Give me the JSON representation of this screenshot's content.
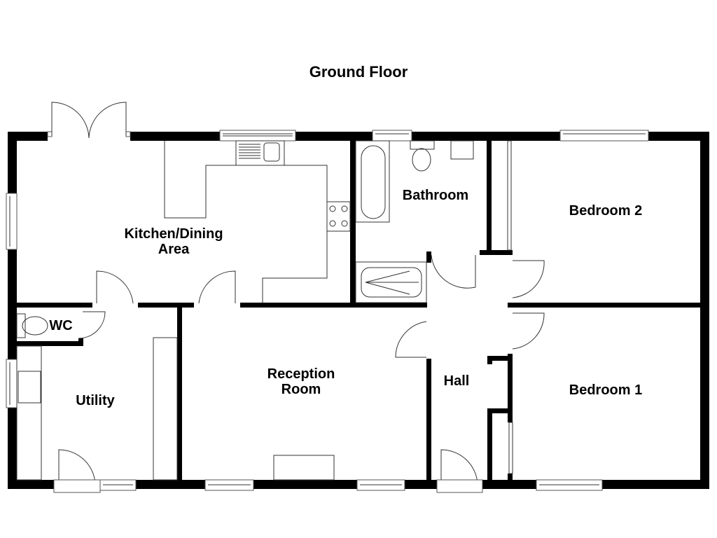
{
  "plan": {
    "title": "Ground Floor",
    "rooms": [
      {
        "id": "kitchen",
        "line1": "Kitchen/Dining",
        "line2": "Area"
      },
      {
        "id": "bathroom",
        "line1": "Bathroom"
      },
      {
        "id": "bedroom2",
        "line1": "Bedroom 2"
      },
      {
        "id": "wc",
        "line1": "WC"
      },
      {
        "id": "utility",
        "line1": "Utility"
      },
      {
        "id": "reception",
        "line1": "Reception",
        "line2": "Room"
      },
      {
        "id": "hall",
        "line1": "Hall"
      },
      {
        "id": "bedroom1",
        "line1": "Bedroom 1"
      }
    ]
  }
}
